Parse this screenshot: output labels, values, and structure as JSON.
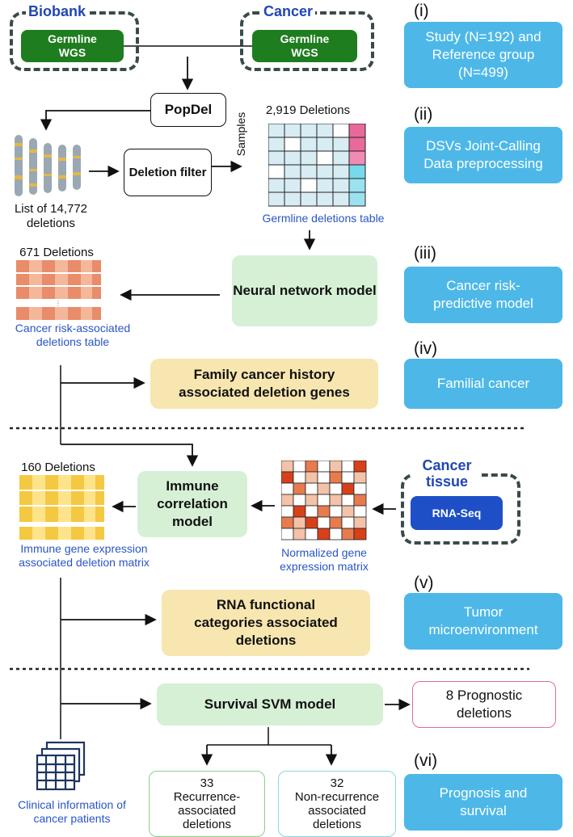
{
  "sources": {
    "biobank": {
      "title": "Biobank",
      "button": "Germline\nWGS"
    },
    "cancer": {
      "title": "Cancer",
      "button": "Germline\nWGS"
    }
  },
  "side_steps": [
    {
      "numeral": "(i)",
      "text": "Study (N=192) and Reference group (N=499)"
    },
    {
      "numeral": "(ii)",
      "text": "DSVs Joint-Calling Data preprocessing"
    },
    {
      "numeral": "(iii)",
      "text": "Cancer risk-predictive model"
    },
    {
      "numeral": "(iv)",
      "text": "Familial cancer"
    },
    {
      "numeral": "(v)",
      "text": "Tumor microenvironment"
    },
    {
      "numeral": "(vi)",
      "text": "Prognosis and survival"
    }
  ],
  "popdel": "PopDel",
  "deletion_filter": "Deletion filter",
  "list_label": "List of 14,772 deletions",
  "germline_table": {
    "count": "2,919 Deletions",
    "axis": "Samples",
    "caption": "Germline deletions table"
  },
  "neural_network": "Neural network model",
  "risk_table": {
    "count": "671 Deletions",
    "caption": "Cancer risk-associated deletions table"
  },
  "family_history": "Family cancer history associated deletion genes",
  "immune_matrix": {
    "count": "160 Deletions",
    "caption": "Immune gene expression associated deletion matrix"
  },
  "immune_model": "Immune correlation model",
  "normalized_matrix": "Normalized gene expression matrix",
  "cancer_tissue": {
    "title": "Cancer tissue",
    "button": "RNA-Seq"
  },
  "rna_functional": "RNA functional categories associated deletions",
  "survival_svm": "Survival SVM model",
  "prognostic": "8 Prognostic deletions",
  "recurrence": {
    "count": "33",
    "label": "Recurrence-associated deletions"
  },
  "non_recurrence": {
    "count": "32",
    "label": "Non-recurrence associated deletions"
  },
  "clinical": "Clinical information of cancer patients",
  "colors": {
    "side_box": "#4db8e8",
    "germline_btn": "#1e7d1e",
    "rna_btn": "#1f4fc6",
    "mint": "#d6f0d6",
    "cream": "#f8e6b0",
    "blue_text": "#2a55c8"
  }
}
